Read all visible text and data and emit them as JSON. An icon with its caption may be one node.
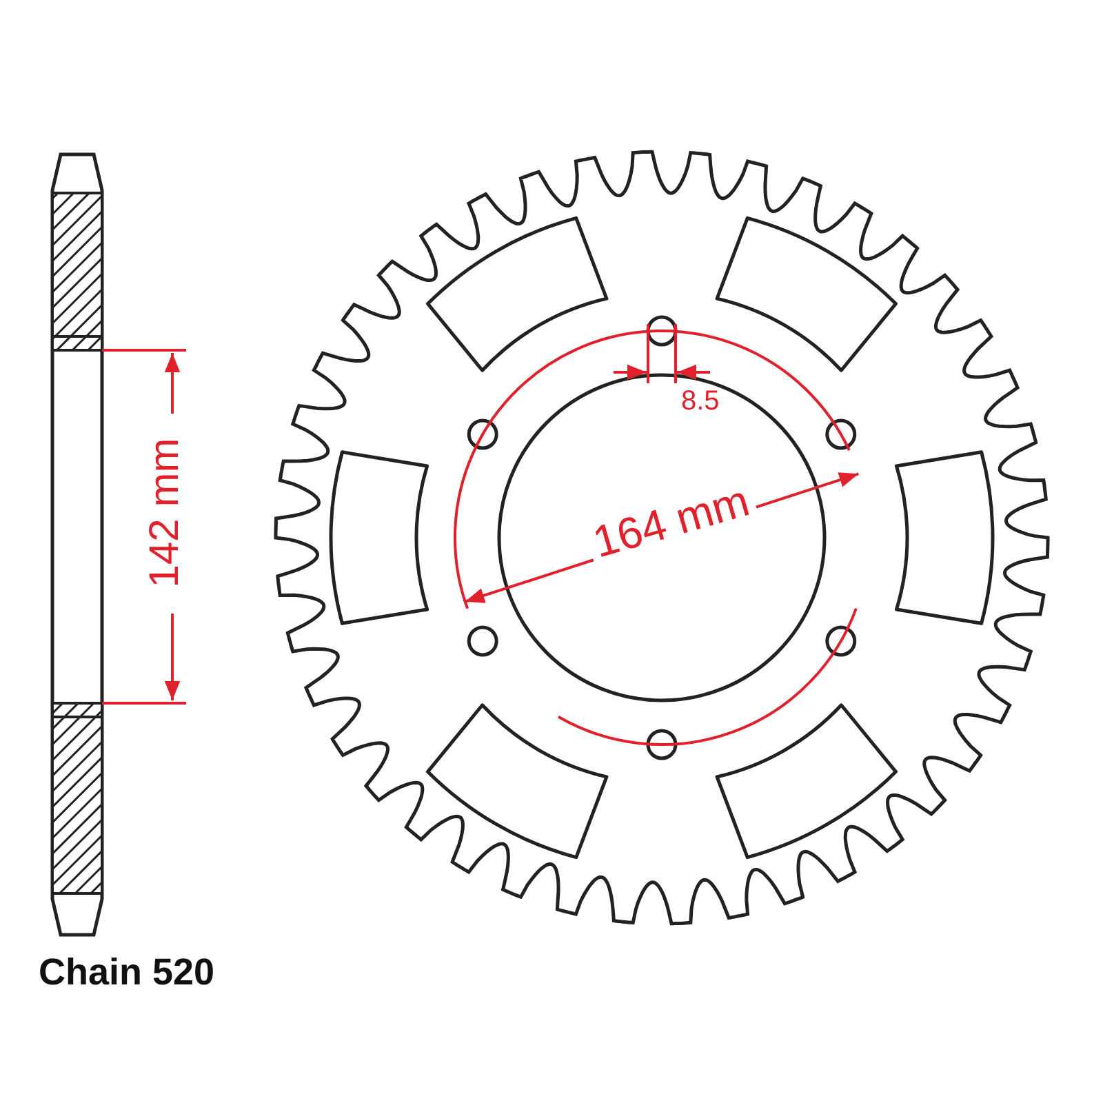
{
  "diagram": {
    "labels": [
      "142 mm",
      "8.5",
      "164 mm",
      "Chain 520"
    ]
  }
}
